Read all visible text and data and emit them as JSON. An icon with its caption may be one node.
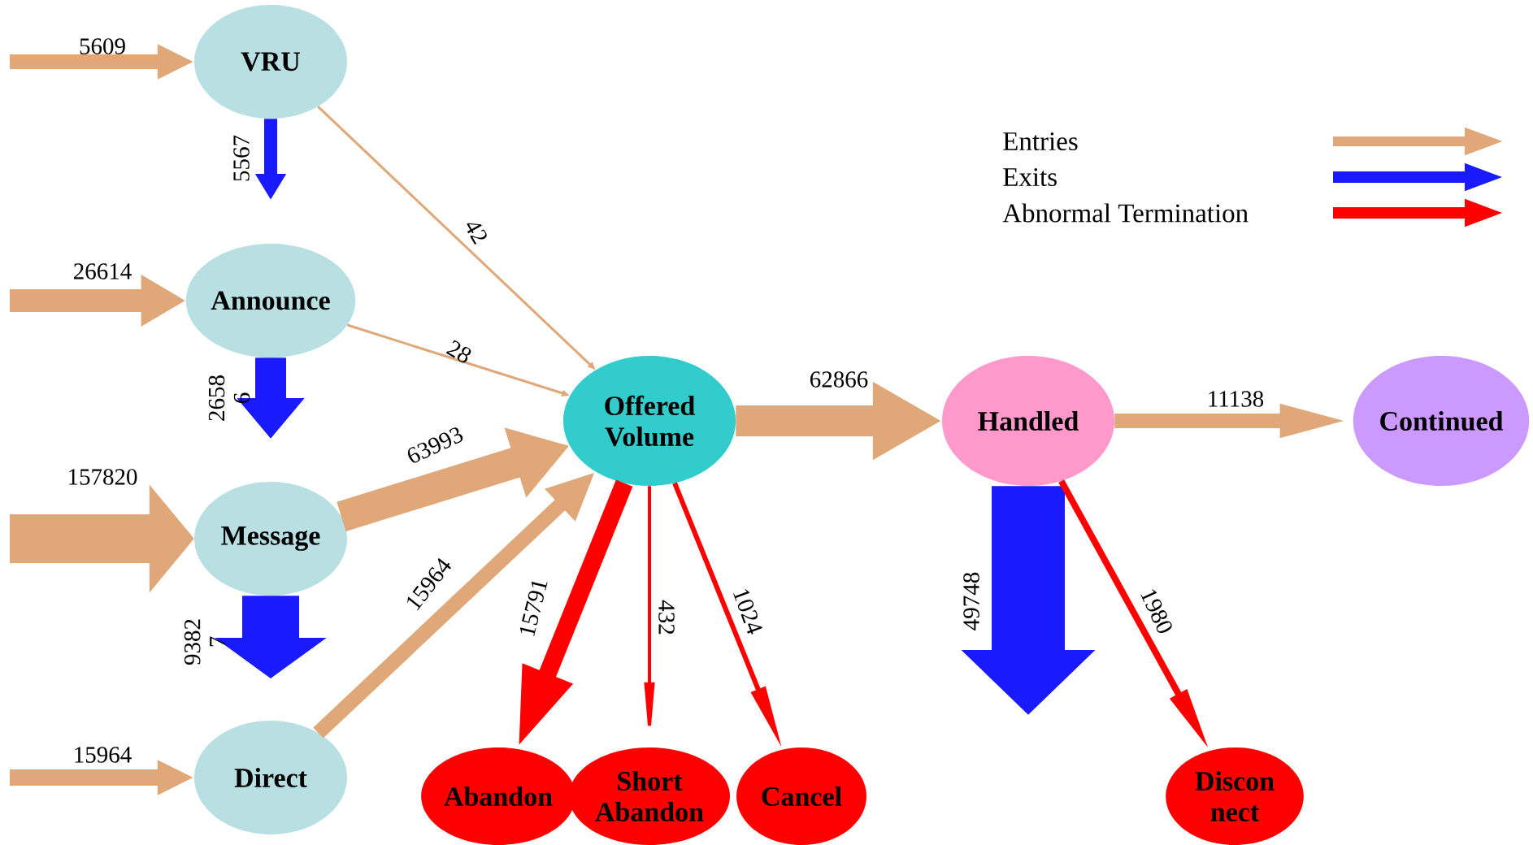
{
  "diagram": {
    "nodes": [
      {
        "text": [
          "VRU"
        ]
      },
      {
        "text": [
          "Announce"
        ]
      },
      {
        "text": [
          "Message"
        ]
      },
      {
        "text": [
          "Direct"
        ]
      },
      {
        "text": [
          "Offered Volume"
        ]
      },
      {
        "text": [
          "Handled"
        ]
      },
      {
        "text": [
          "Continued"
        ]
      },
      {
        "text": [
          "Abandon"
        ]
      },
      {
        "text": [
          "Short Abandon"
        ]
      },
      {
        "text": [
          "Cancel"
        ]
      },
      {
        "text": [
          "Discon nect"
        ]
      }
    ],
    "edges": [
      {
        "from": null,
        "to": 0,
        "arrow": "to",
        "label": "5609"
      },
      {
        "from": 0,
        "to": null,
        "arrow": "to",
        "label": "5567",
        "color": "#1a1aff"
      },
      {
        "from": 0,
        "to": 4,
        "arrow": "to",
        "label": "42"
      },
      {
        "from": null,
        "to": 1,
        "arrow": "to",
        "label": "26614"
      },
      {
        "from": 1,
        "to": null,
        "arrow": "to",
        "label": "2658 6",
        "style": "thick",
        "color": "#1a1aff"
      },
      {
        "from": 1,
        "to": 4,
        "arrow": "to",
        "label": "28"
      },
      {
        "from": null,
        "to": 2,
        "arrow": "to",
        "label": "157820",
        "style": "thick"
      },
      {
        "from": 2,
        "to": 4,
        "arrow": "to",
        "label": "63993",
        "style": "thick"
      },
      {
        "from": 2,
        "to": null,
        "arrow": "to",
        "label": "9382 7",
        "style": "thick",
        "color": "#1a1aff"
      },
      {
        "from": null,
        "to": 3,
        "arrow": "to",
        "label": "15964"
      },
      {
        "from": 3,
        "to": 4,
        "arrow": "to",
        "label": "15964"
      },
      {
        "from": 4,
        "to": 5,
        "arrow": "to",
        "label": "62866",
        "style": "thick"
      },
      {
        "from": 5,
        "to": 6,
        "arrow": "to",
        "label": "11138"
      },
      {
        "from": 4,
        "to": 7,
        "arrow": "to",
        "label": "15791",
        "color": "#ff0000"
      },
      {
        "from": 4,
        "to": 8,
        "arrow": "to",
        "label": "432",
        "color": "#ff0000"
      },
      {
        "from": 4,
        "to": 9,
        "arrow": "to",
        "label": "1024",
        "color": "#ff0000"
      },
      {
        "from": 5,
        "to": null,
        "arrow": "to",
        "label": "49748",
        "style": "thick",
        "color": "#1a1aff"
      },
      {
        "from": 5,
        "to": 10,
        "arrow": "to",
        "label": "1980",
        "color": "#ff0000"
      }
    ],
    "legend": [
      {
        "text": "Entries"
      },
      {
        "text": "Exits"
      },
      {
        "text": "Abnormal Termination"
      }
    ]
  }
}
